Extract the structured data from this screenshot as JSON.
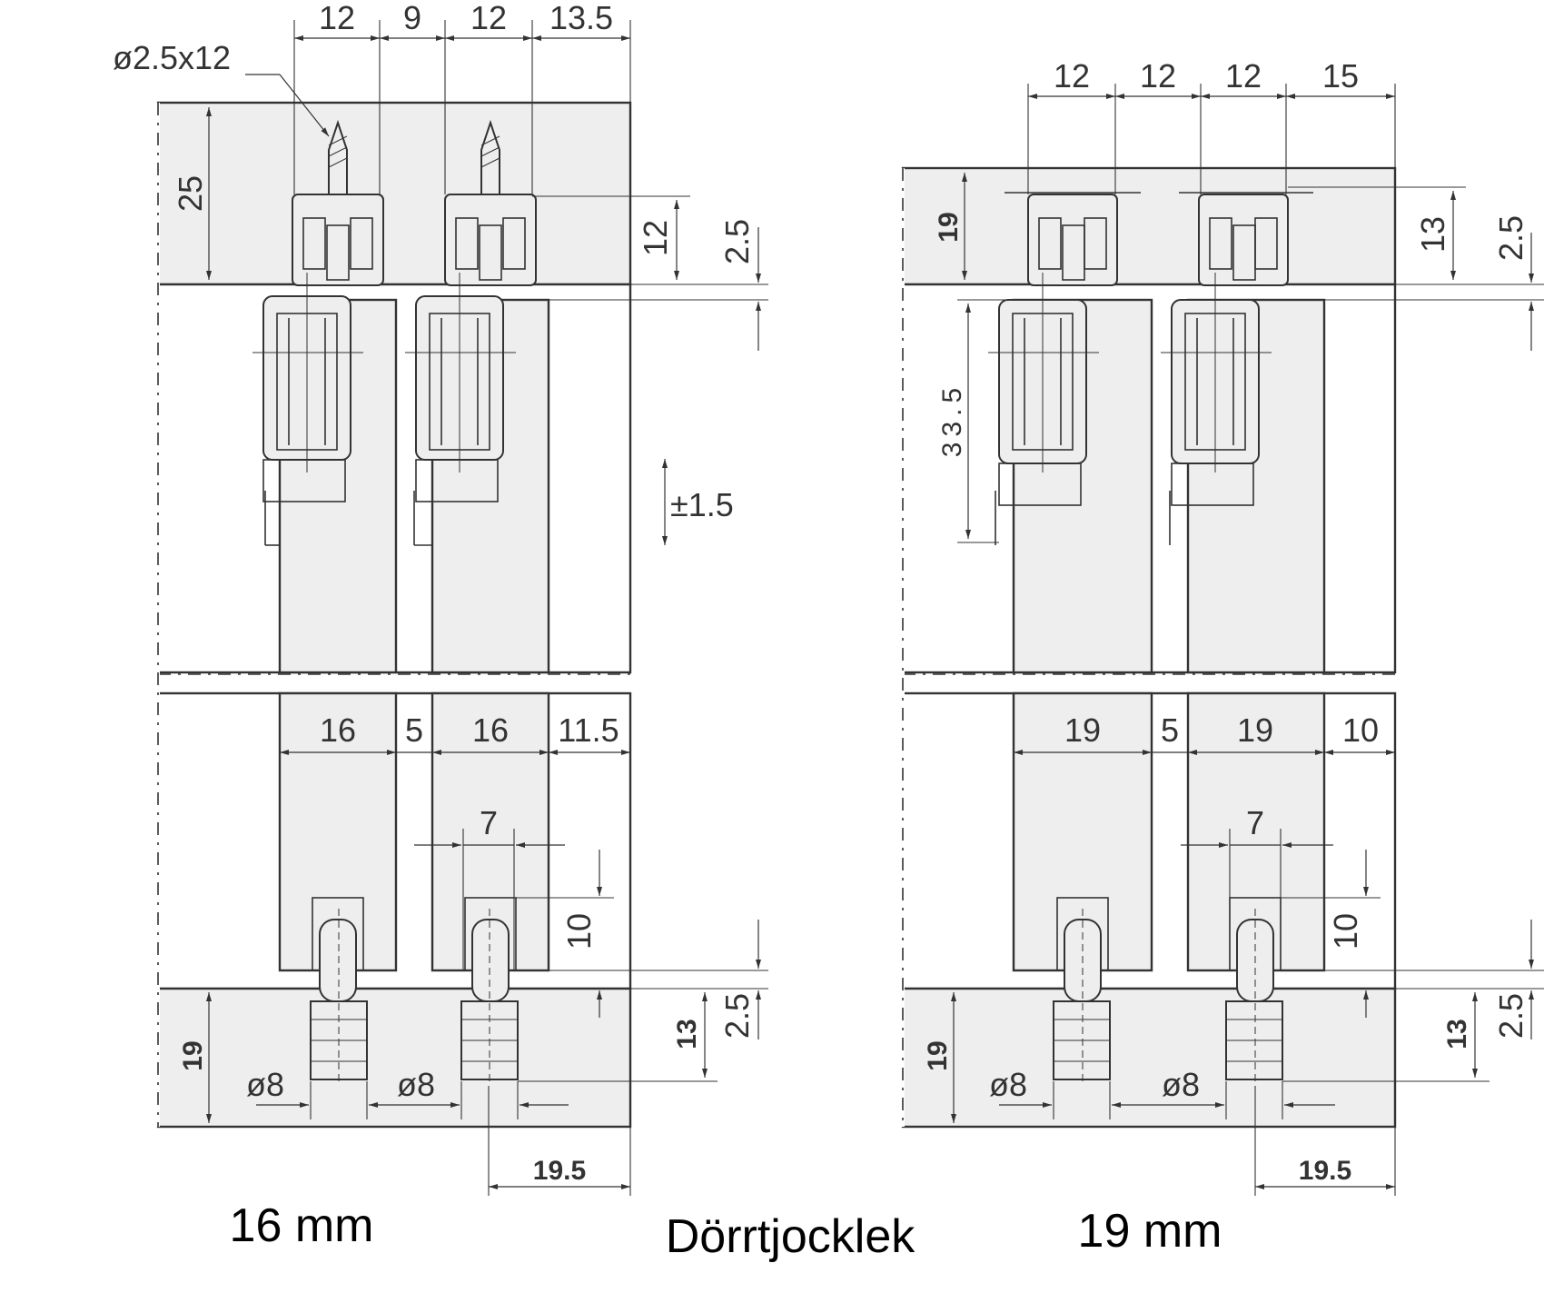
{
  "captions": {
    "left_thickness": "16 mm",
    "right_thickness": "19 mm",
    "door_thickness_label": "Dörrtjocklek"
  },
  "left": {
    "top_dims": [
      "12",
      "9",
      "12",
      "13.5"
    ],
    "screw_label": "ø2.5x12",
    "rail_height": "25",
    "guide_height": "12",
    "guide_gap": "2.5",
    "adjust": "±1.5",
    "door_dims": [
      "16",
      "5",
      "16",
      "11.5"
    ],
    "pin_width": "7",
    "pin_height": "10",
    "bottom_gap": "2.5",
    "bottom_depth": "13",
    "floor_height": "19",
    "hole_dia_1": "ø8",
    "hole_dia_2": "ø8",
    "bottom_offset": "19.5"
  },
  "right": {
    "top_dims": [
      "12",
      "12",
      "12",
      "15"
    ],
    "rail_height": "19",
    "guide_height": "13",
    "guide_gap": "2.5",
    "hanger_height": "33.5",
    "door_dims": [
      "19",
      "5",
      "19",
      "10"
    ],
    "pin_width": "7",
    "pin_height": "10",
    "bottom_gap": "2.5",
    "bottom_depth": "13",
    "floor_height": "19",
    "hole_dia_1": "ø8",
    "hole_dia_2": "ø8",
    "bottom_offset": "19.5"
  }
}
